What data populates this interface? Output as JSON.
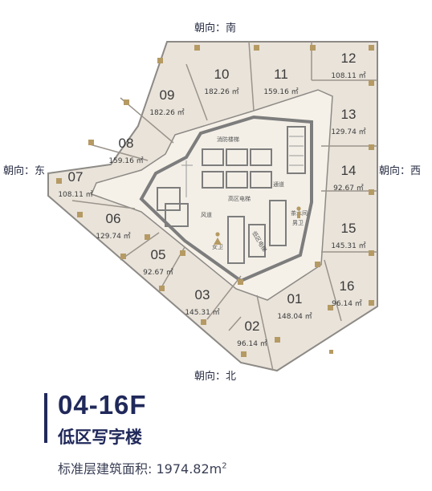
{
  "orientation": {
    "south": "朝向：南",
    "east": "朝向：东",
    "west": "朝向：西",
    "north": "朝向：北"
  },
  "units": [
    {
      "num": "12",
      "area": "108.11",
      "unit": "㎡"
    },
    {
      "num": "13",
      "area": "129.74",
      "unit": "㎡"
    },
    {
      "num": "14",
      "area": "92.67",
      "unit": "㎡"
    },
    {
      "num": "15",
      "area": "145.31",
      "unit": "㎡"
    },
    {
      "num": "16",
      "area": "96.14",
      "unit": "㎡"
    },
    {
      "num": "11",
      "area": "159.16",
      "unit": "㎡"
    },
    {
      "num": "10",
      "area": "182.26",
      "unit": "㎡"
    },
    {
      "num": "09",
      "area": "182.26",
      "unit": "㎡"
    },
    {
      "num": "08",
      "area": "159.16",
      "unit": "㎡"
    },
    {
      "num": "07",
      "area": "108.11",
      "unit": "㎡"
    },
    {
      "num": "06",
      "area": "129.74",
      "unit": "㎡"
    },
    {
      "num": "05",
      "area": "92.67",
      "unit": "㎡"
    },
    {
      "num": "03",
      "area": "145.31",
      "unit": "㎡"
    },
    {
      "num": "01",
      "area": "148.04",
      "unit": "㎡"
    },
    {
      "num": "02",
      "area": "96.14",
      "unit": "㎡"
    }
  ],
  "core_labels": {
    "fire_stair": "消防楼梯",
    "corridor": "通道",
    "high_elevator": "高区电梯",
    "low_elevator": "低区电梯",
    "water_room": "茶水间",
    "men_restroom": "男卫",
    "women_restroom": "女卫",
    "duct": "风道"
  },
  "heading": {
    "floors": "04-16F",
    "category": "低区写字楼",
    "area_label": "标准层建筑面积: 1974.82m",
    "area_sup": "2"
  },
  "colors": {
    "unit_fill": "#e9e3da",
    "corridor_fill": "#f6f1e8",
    "wall": "#8d8a86",
    "column": "#b59a63",
    "core_wall": "#7d7d7d",
    "label_text": "#3a3a3a",
    "heading": "#20295a"
  }
}
